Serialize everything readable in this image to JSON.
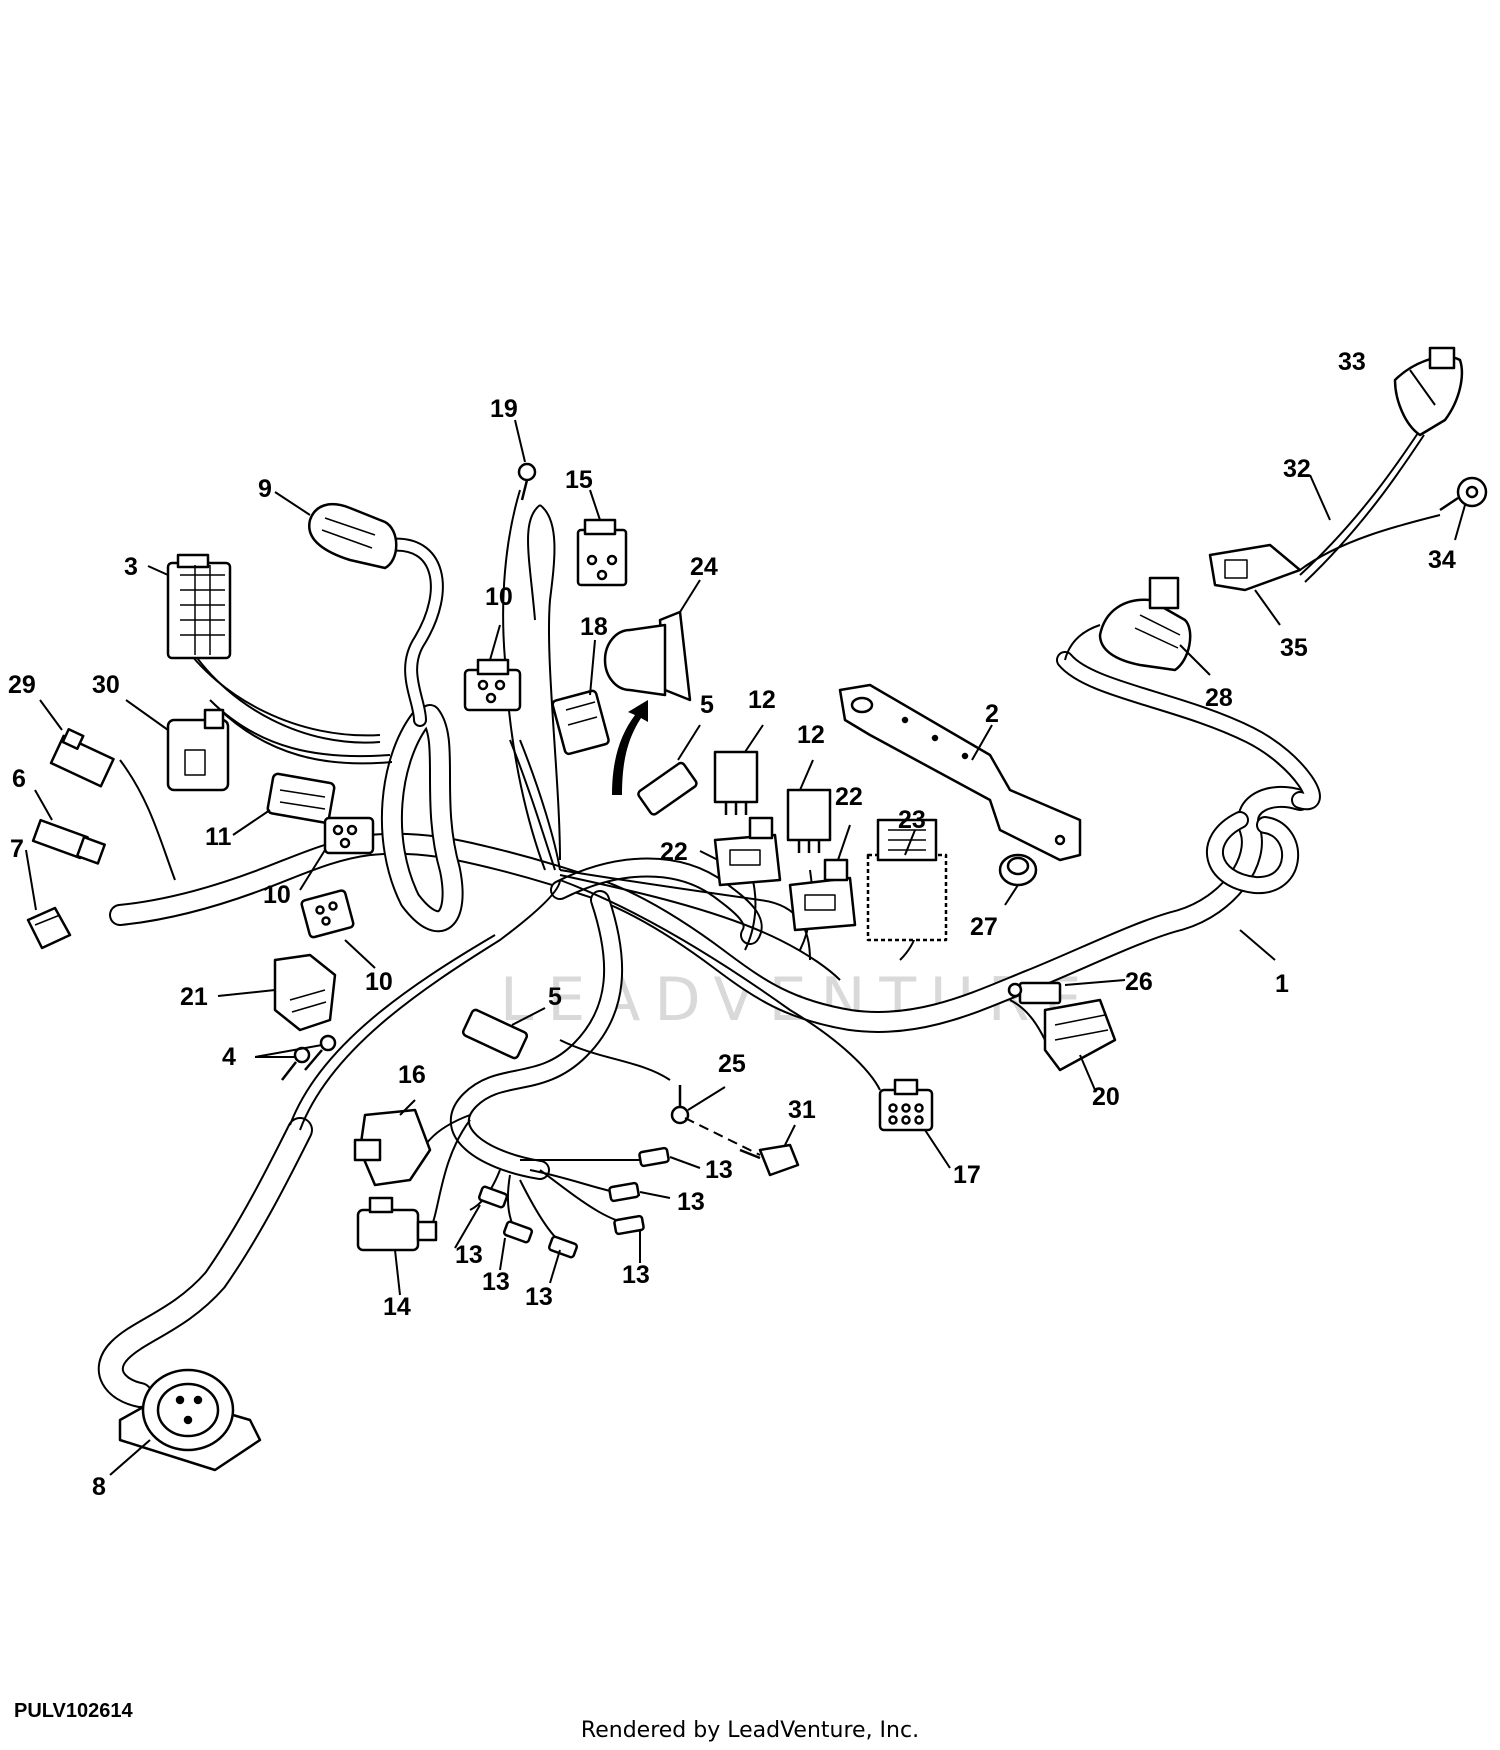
{
  "figure_id": "PULV102614",
  "render_credit": "Rendered by LeadVenture, Inc.",
  "watermark": "LEADVENTURE",
  "callouts": [
    {
      "id": "c19",
      "label": "19"
    },
    {
      "id": "c15",
      "label": "15"
    },
    {
      "id": "c9",
      "label": "9"
    },
    {
      "id": "c3",
      "label": "3"
    },
    {
      "id": "c24",
      "label": "24"
    },
    {
      "id": "c10a",
      "label": "10"
    },
    {
      "id": "c18",
      "label": "18"
    },
    {
      "id": "c29",
      "label": "29"
    },
    {
      "id": "c30",
      "label": "30"
    },
    {
      "id": "c5a",
      "label": "5"
    },
    {
      "id": "c12a",
      "label": "12"
    },
    {
      "id": "c12b",
      "label": "12"
    },
    {
      "id": "c2",
      "label": "2"
    },
    {
      "id": "c6",
      "label": "6"
    },
    {
      "id": "c11",
      "label": "11"
    },
    {
      "id": "c7",
      "label": "7"
    },
    {
      "id": "c22a",
      "label": "22"
    },
    {
      "id": "c22b",
      "label": "22"
    },
    {
      "id": "c23",
      "label": "23"
    },
    {
      "id": "c10b",
      "label": "10"
    },
    {
      "id": "c27",
      "label": "27"
    },
    {
      "id": "c10c",
      "label": "10"
    },
    {
      "id": "c1",
      "label": "1"
    },
    {
      "id": "c21",
      "label": "21"
    },
    {
      "id": "c26",
      "label": "26"
    },
    {
      "id": "c5b",
      "label": "5"
    },
    {
      "id": "c4",
      "label": "4"
    },
    {
      "id": "c20",
      "label": "20"
    },
    {
      "id": "c16",
      "label": "16"
    },
    {
      "id": "c25",
      "label": "25"
    },
    {
      "id": "c31",
      "label": "31"
    },
    {
      "id": "c13a",
      "label": "13"
    },
    {
      "id": "c13b",
      "label": "13"
    },
    {
      "id": "c17",
      "label": "17"
    },
    {
      "id": "c13c",
      "label": "13"
    },
    {
      "id": "c13d",
      "label": "13"
    },
    {
      "id": "c13e",
      "label": "13"
    },
    {
      "id": "c13f",
      "label": "13"
    },
    {
      "id": "c14",
      "label": "14"
    },
    {
      "id": "c8",
      "label": "8"
    },
    {
      "id": "c33",
      "label": "33"
    },
    {
      "id": "c32",
      "label": "32"
    },
    {
      "id": "c34",
      "label": "34"
    },
    {
      "id": "c35",
      "label": "35"
    },
    {
      "id": "c28",
      "label": "28"
    }
  ]
}
